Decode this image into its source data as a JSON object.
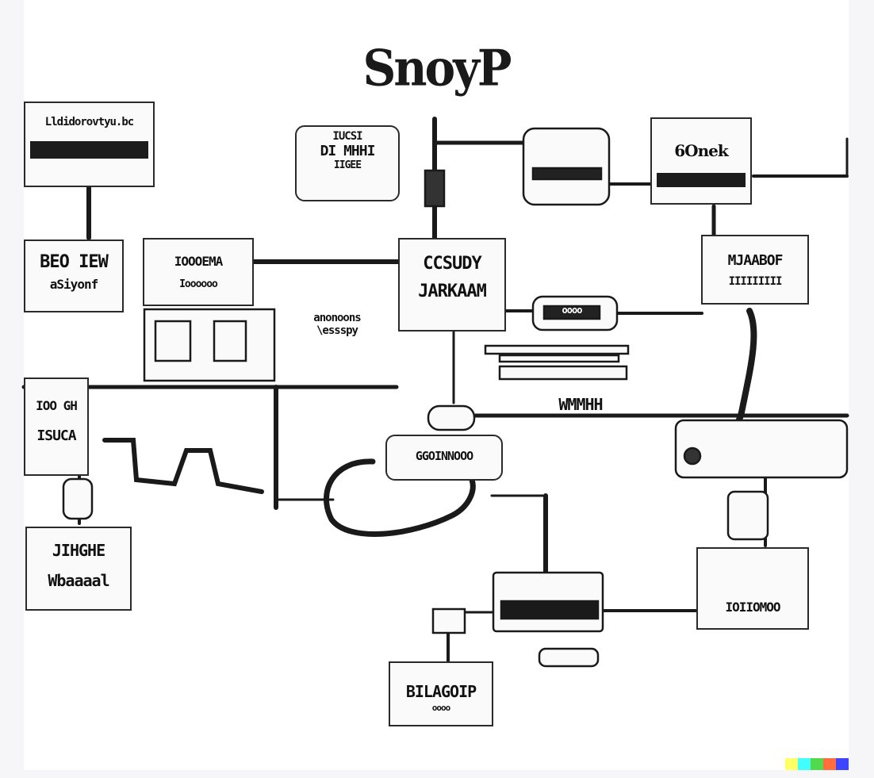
{
  "title": "SnoyP",
  "colors": {
    "ink": "#1a1a1a",
    "paper": "#ffffff",
    "watermark": [
      "#ffff66",
      "#42ffff",
      "#51da4c",
      "#ff6e3c",
      "#3c46ff"
    ]
  },
  "nodes": {
    "top_left": {
      "line1": "Lldidorovtyu.bc"
    },
    "top_mid": {
      "line1": "IUCSI",
      "line2": "DI MHHI",
      "line3": "IIGEE"
    },
    "top_right": {
      "line1": "6Onek"
    },
    "left_a": {
      "line1": "BEO IEW",
      "line2": "aSiyonf"
    },
    "left_b": {
      "line1": "IOOOEMA",
      "line2": "Ioooooo"
    },
    "mid_floating": {
      "line1": "anonoons",
      "line2": "\\essspy"
    },
    "center_top": {
      "line1": "CCSUDY",
      "line2": "JARKAAM"
    },
    "right_mid": {
      "line1": "MJAABOF",
      "line2": "IIIIIIIII"
    },
    "left_c": {
      "line1": "IOO GH",
      "line2": "ISUCA"
    },
    "center_device": {
      "line1": "oooo"
    },
    "center_stack": {
      "line1": "WMMHH"
    },
    "center_low": {
      "line1": "GGOINNOOO"
    },
    "bottom_left": {
      "line1": "JIHGHE",
      "line2": "Wbaaaal"
    },
    "bottom_right": {
      "line1": "IOIIOMOO"
    },
    "bottom_center": {
      "line1": "BILAGOIP",
      "line2": "oooo"
    }
  }
}
